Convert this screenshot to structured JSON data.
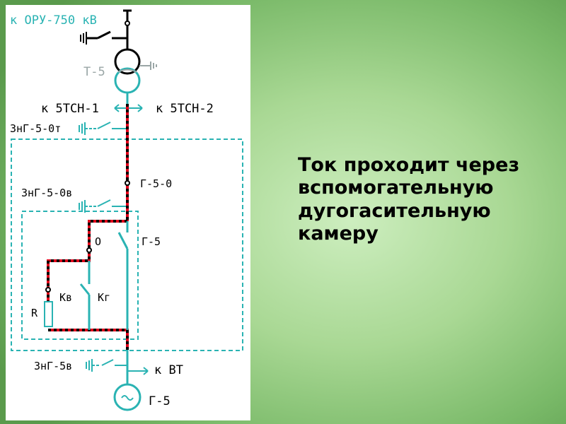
{
  "diagram": {
    "labels": {
      "oru": "к ОРУ-750 кВ",
      "transformer": "Т-5",
      "tsn1": "к 5ТСН-1",
      "tsn2": "к 5ТСН-2",
      "zng_0t": "ЗнГ-5-0т",
      "g50": "Г-5-0",
      "zng_0v": "ЗнГ-5-0в",
      "o_switch": "О",
      "g5_switch": "Г-5",
      "kv": "Кв",
      "kg": "Кг",
      "r": "R",
      "zng_5v": "ЗнГ-5в",
      "vt": "к ВТ",
      "generator": "Г-5"
    },
    "colors": {
      "bus": "#2ab3b3",
      "current_path": "#e2001a",
      "black": "#000000",
      "transformer_gray": "#9aa6a6"
    }
  },
  "caption": {
    "lines": [
      "Ток проходит через",
      "вспомогательную",
      "дугогасительную",
      "камеру"
    ],
    "color": "#000000"
  }
}
